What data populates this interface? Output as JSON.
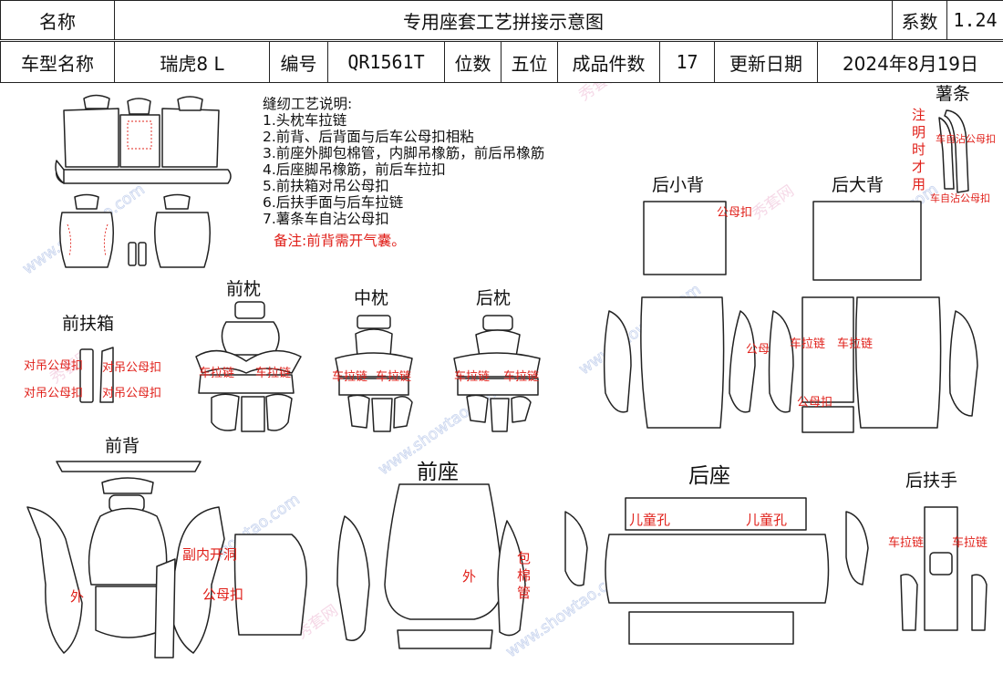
{
  "header": {
    "name_label": "名称",
    "title": "专用座套工艺拼接示意图",
    "coef_label": "系数",
    "coef_value": "1.24",
    "model_label": "车型名称",
    "model_value": "瑞虎8 L",
    "code_label": "编号",
    "code_value": "QR1561T",
    "seats_label": "位数",
    "seats_value": "五位",
    "pieces_label": "成品件数",
    "pieces_value": "17",
    "date_label": "更新日期",
    "date_value": "2024年8月19日"
  },
  "instructions": {
    "title": "缝纫工艺说明:",
    "items": [
      "1.头枕车拉链",
      "2.前背、后背面与后车公母扣相粘",
      "3.前座外脚包棉管，内脚吊橡筋，前后吊橡筋",
      "4.后座脚吊橡筋，前后车拉扣",
      "5.前扶箱对吊公母扣",
      "6.后扶手面与后车拉链",
      "7.薯条车自沾公母扣"
    ],
    "remark": "备注:前背需开气囊。"
  },
  "sections": {
    "front_headrest": "前枕",
    "middle_headrest": "中枕",
    "rear_headrest": "后枕",
    "front_armbox": "前扶箱",
    "front_back": "前背",
    "front_seat": "前座",
    "rear_seat": "后座",
    "rear_armrest": "后扶手",
    "rear_small_back": "后小背",
    "rear_large_back": "后大背",
    "fries_strip": "薯条"
  },
  "annotations": {
    "zipper": "车拉链",
    "hang_snap": "对吊公母扣",
    "snap": "公母扣",
    "outer": "外",
    "sub_airbag": "副内开洞",
    "cotton_tube": "包棉管",
    "child_hole": "儿童孔",
    "velcro_snap": "车自沾公母扣",
    "notice": "注明时才用"
  },
  "watermark": {
    "domain": "www.showtao.com",
    "brand": "秀套网"
  }
}
